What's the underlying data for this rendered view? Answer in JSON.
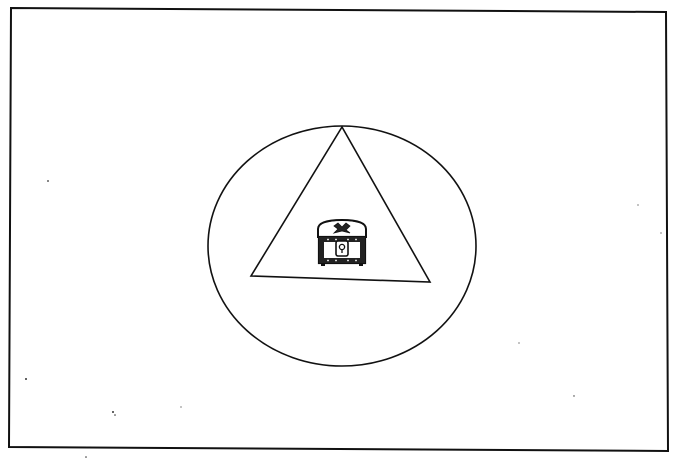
{
  "figure": {
    "shapes": [
      "rectangle-frame",
      "circle",
      "triangle"
    ],
    "center_object": "treasure-chest-icon",
    "colors": {
      "background": "#ffffff",
      "ink": "#111111"
    }
  }
}
